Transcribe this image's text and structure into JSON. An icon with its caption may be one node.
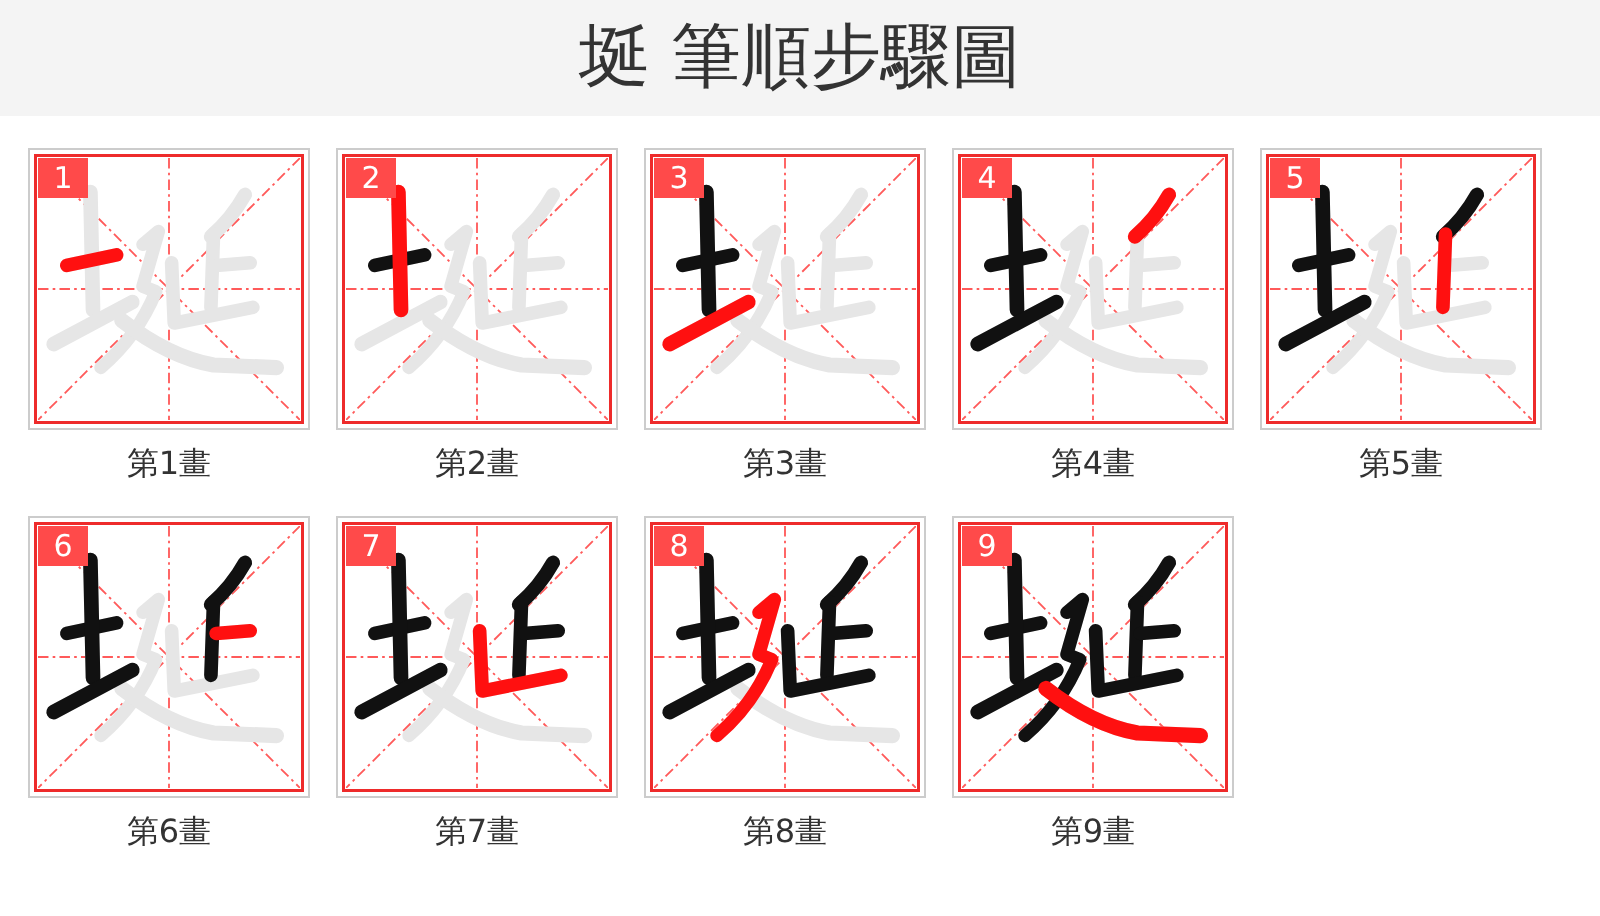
{
  "diagram": {
    "title": "埏 筆順步驟圖",
    "nodes": [
      {
        "text": [
          "1"
        ],
        "beside": [
          "第1畫"
        ]
      },
      {
        "text": [
          "2"
        ],
        "beside": [
          "第2畫"
        ]
      },
      {
        "text": [
          "3"
        ],
        "beside": [
          "第3畫"
        ]
      },
      {
        "text": [
          "4"
        ],
        "beside": [
          "第4畫"
        ]
      },
      {
        "text": [
          "5"
        ],
        "beside": [
          "第5畫"
        ]
      },
      {
        "text": [
          "6"
        ],
        "beside": [
          "第6畫"
        ]
      },
      {
        "text": [
          "7"
        ],
        "beside": [
          "第7畫"
        ]
      },
      {
        "text": [
          "8"
        ],
        "beside": [
          "第8畫"
        ]
      },
      {
        "text": [
          "9"
        ],
        "beside": [
          "第9畫"
        ]
      }
    ]
  }
}
